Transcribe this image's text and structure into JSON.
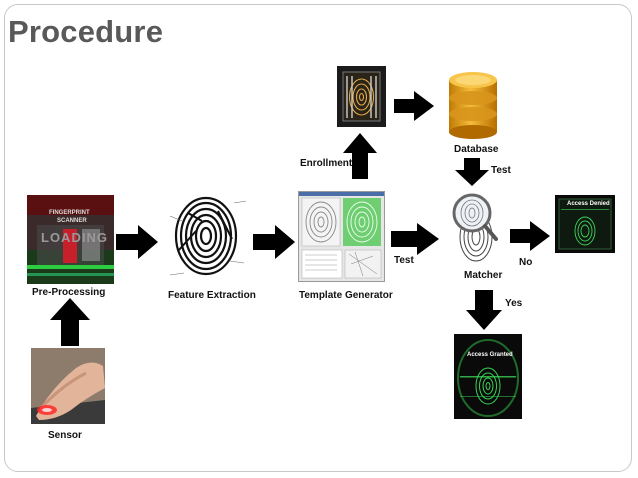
{
  "slide": {
    "title": "Procedure"
  },
  "nodes": {
    "sensor": {
      "label": "Sensor"
    },
    "preprocessing": {
      "label": "Pre-Processing",
      "screen_line1": "FINGERPRINT",
      "screen_line2": "SCANNER",
      "screen_line3": "LOADING"
    },
    "feature_extraction": {
      "label": "Feature Extraction"
    },
    "template_generator": {
      "label": "Template Generator"
    },
    "enrollment_image": {},
    "database": {
      "label": "Database"
    },
    "matcher": {
      "label": "Matcher"
    },
    "access_denied": {
      "screen_text": "Access Denied"
    },
    "access_granted": {
      "screen_text": "Access Granted"
    }
  },
  "edges": {
    "enrollment": "Enrollment",
    "test_template": "Test",
    "test_database": "Test",
    "no": "No",
    "yes": "Yes"
  },
  "colors": {
    "arrow": "#000000",
    "title": "#595959",
    "db_gold": "#e8a317",
    "match_green": "#39d353"
  }
}
